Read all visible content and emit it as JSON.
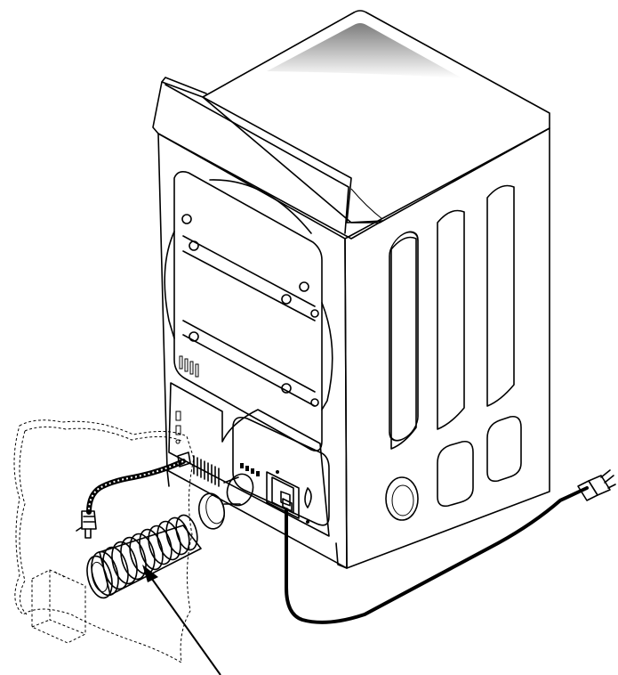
{
  "illustration": {
    "subject": "dryer-rear-view",
    "colors": {
      "line": "#000000",
      "background": "#ffffff",
      "top_shade": "#8c8c8c",
      "cord": "#000000"
    },
    "icons": [
      "dryer-cabinet",
      "vent-panel",
      "power-cord-plug",
      "exhaust-hose",
      "water-inlet-hose",
      "pointer-arrow"
    ]
  }
}
